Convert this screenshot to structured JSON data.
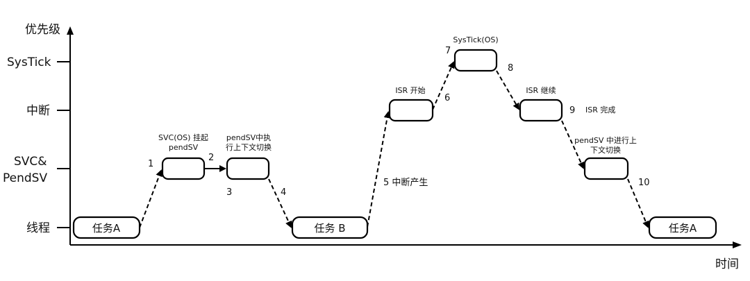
{
  "axis": {
    "y_title": "优先级",
    "x_title": "时间",
    "levels": [
      "SysTick",
      "中断",
      "SVC&",
      "PendSV",
      "线程"
    ]
  },
  "tasks": {
    "a1": "任务A",
    "b": "任务 B",
    "a2": "任务A"
  },
  "notes": {
    "svc_line1": "SVC(OS) 挂起",
    "svc_line2": "pendSV",
    "pend_line1": "pendSV中执",
    "pend_line2": "行上下文切换",
    "isr_start": "ISR 开始",
    "systick": "SysTick(OS)",
    "isr_continue": "ISR 继续",
    "isr_done": "ISR 完成",
    "pend2_line1": "pendSV 中进行上",
    "pend2_line2": "下文切换"
  },
  "steps": {
    "s1": "1",
    "s2": "2",
    "s3": "3",
    "s4": "4",
    "s5": "5 中断产生",
    "s6": "6",
    "s7": "7",
    "s8": "8",
    "s9": "9",
    "s10": "10"
  }
}
